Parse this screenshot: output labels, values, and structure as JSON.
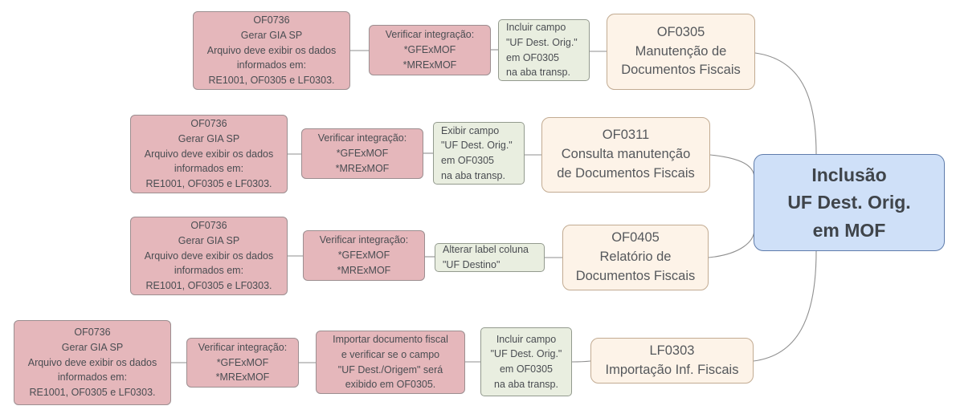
{
  "diagram_type": "mindmap",
  "colors": {
    "task_fill": "#e5b7bb",
    "task_border": "#9c8e90",
    "action_fill": "#e9eee0",
    "action_border": "#939a8e",
    "topic_fill": "#fdf3e8",
    "topic_border": "#c2ab92",
    "central_fill": "#cfe0f8",
    "central_border": "#5f7cab",
    "connector": "#8f8f8f",
    "text": "#4a4d52"
  },
  "central_topic": {
    "text": "Inclusão\nUF Dest. Orig.\nem MOF"
  },
  "rows": [
    {
      "boxes": [
        {
          "role": "task",
          "text": "OF0736\nGerar GIA SP\nArquivo deve exibir os dados\ninformados em:\nRE1001, OF0305 e LF0303."
        },
        {
          "role": "task",
          "text": "Verificar integração:\n*GFExMOF\n*MRExMOF"
        },
        {
          "role": "action",
          "text": "Incluir campo\n\"UF Dest. Orig.\"\nem OF0305\nna aba transp."
        },
        {
          "role": "topic",
          "text": "OF0305\nManutenção de\nDocumentos Fiscais"
        }
      ]
    },
    {
      "boxes": [
        {
          "role": "task",
          "text": "OF0736\nGerar GIA SP\nArquivo deve exibir os dados\ninformados em:\nRE1001, OF0305 e LF0303."
        },
        {
          "role": "task",
          "text": "Verificar integração:\n*GFExMOF\n*MRExMOF"
        },
        {
          "role": "action",
          "text": "Exibir campo\n\"UF Dest. Orig.\"\nem OF0305\nna aba transp."
        },
        {
          "role": "topic",
          "text": "OF0311\nConsulta manutenção\nde Documentos Fiscais"
        }
      ]
    },
    {
      "boxes": [
        {
          "role": "task",
          "text": "OF0736\nGerar GIA SP\nArquivo deve exibir os dados\ninformados em:\nRE1001, OF0305 e LF0303."
        },
        {
          "role": "task",
          "text": "Verificar integração:\n*GFExMOF\n*MRExMOF"
        },
        {
          "role": "action",
          "text": "Alterar label coluna\n\"UF Destino\""
        },
        {
          "role": "topic",
          "text": "OF0405\nRelatório de\nDocumentos Fiscais"
        }
      ]
    },
    {
      "boxes": [
        {
          "role": "task",
          "text": "OF0736\nGerar GIA SP\nArquivo deve exibir os dados\ninformados em:\nRE1001, OF0305 e LF0303."
        },
        {
          "role": "task",
          "text": "Verificar integração:\n*GFExMOF\n*MRExMOF"
        },
        {
          "role": "task",
          "text": "Importar documento fiscal\ne verificar se o campo\n\"UF Dest./Origem\" será\nexibido em OF0305."
        },
        {
          "role": "action",
          "text": "Incluir campo\n\"UF Dest. Orig.\"\nem OF0305\nna aba transp."
        },
        {
          "role": "topic",
          "text": "LF0303\nImportação Inf. Fiscais"
        }
      ]
    }
  ]
}
